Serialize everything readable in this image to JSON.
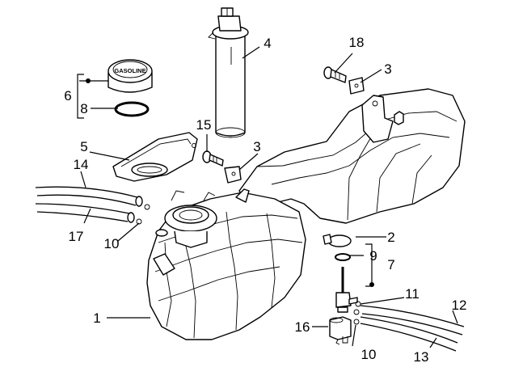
{
  "diagram": {
    "cap_text": "GASOLINE",
    "callouts": [
      {
        "id": "c1",
        "label": "1"
      },
      {
        "id": "c2",
        "label": "2"
      },
      {
        "id": "c3a",
        "label": "3"
      },
      {
        "id": "c3b",
        "label": "3"
      },
      {
        "id": "c4",
        "label": "4"
      },
      {
        "id": "c5",
        "label": "5"
      },
      {
        "id": "c6",
        "label": "6"
      },
      {
        "id": "c7",
        "label": "7"
      },
      {
        "id": "c8",
        "label": "8"
      },
      {
        "id": "c9",
        "label": "9"
      },
      {
        "id": "c10a",
        "label": "10"
      },
      {
        "id": "c10b",
        "label": "10"
      },
      {
        "id": "c11",
        "label": "11"
      },
      {
        "id": "c12",
        "label": "12"
      },
      {
        "id": "c13",
        "label": "13"
      },
      {
        "id": "c14",
        "label": "14"
      },
      {
        "id": "c15",
        "label": "15"
      },
      {
        "id": "c16",
        "label": "16"
      },
      {
        "id": "c17",
        "label": "17"
      },
      {
        "id": "c18",
        "label": "18"
      }
    ]
  }
}
